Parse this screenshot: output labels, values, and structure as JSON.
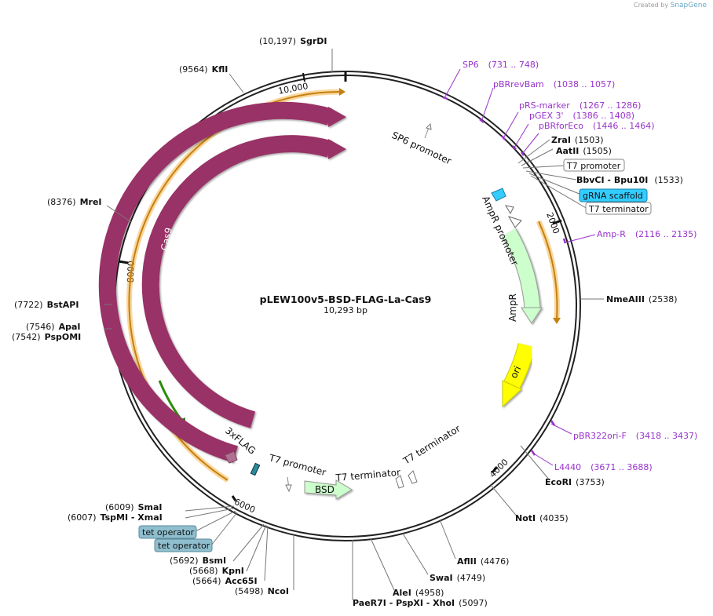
{
  "credit": {
    "prefix": "Created by",
    "brand": "SnapGene"
  },
  "plasmid": {
    "name": "pLEW100v5-BSD-FLAG-La-Cas9",
    "length": "10,293 bp"
  },
  "ruler": [
    {
      "label": "10,000"
    },
    {
      "label": "2000"
    },
    {
      "label": "4000"
    },
    {
      "label": "6000"
    },
    {
      "label": "8000"
    }
  ],
  "sites": [
    {
      "pos": "(10,197)",
      "name": "SgrDI"
    },
    {
      "pos": "(9564)",
      "name": "KflI"
    },
    {
      "pos": "(8376)",
      "name": "MreI"
    },
    {
      "pos": "(7722)",
      "name": "BstAPI"
    },
    {
      "pos": "(7546)",
      "name": "ApaI"
    },
    {
      "pos": "(7542)",
      "name": "PspOMI"
    },
    {
      "pos": "(6009)",
      "name": "SmaI"
    },
    {
      "pos": "(6007)",
      "name": "TspMI  - XmaI"
    },
    {
      "pos": "(5692)",
      "name": "BsmI"
    },
    {
      "pos": "(5668)",
      "name": "KpnI"
    },
    {
      "pos": "(5664)",
      "name": "Acc65I"
    },
    {
      "pos": "(5498)",
      "name": "NcoI"
    },
    {
      "pos": "(4958)",
      "name": "AleI"
    },
    {
      "pos": "(5097)",
      "name": "PaeR7I  - PspXI  - XhoI"
    },
    {
      "pos": "(4749)",
      "name": "SwaI"
    },
    {
      "pos": "(4476)",
      "name": "AflII"
    },
    {
      "pos": "(4035)",
      "name": "NotI"
    },
    {
      "pos": "(3753)",
      "name": "EcoRI"
    },
    {
      "pos": "(2538)",
      "name": "NmeAIII"
    },
    {
      "pos": "(1503)",
      "name": "ZraI"
    },
    {
      "pos": "(1505)",
      "name": "AatII"
    },
    {
      "pos": "(1533)",
      "name": "BbvCI  - Bpu10I"
    }
  ],
  "primers": [
    {
      "name": "SP6",
      "range": "(731 .. 748)"
    },
    {
      "name": "pBRrevBam",
      "range": "(1038 .. 1057)"
    },
    {
      "name": "pRS-marker",
      "range": "(1267 .. 1286)"
    },
    {
      "name": "pGEX 3'",
      "range": "(1386 .. 1408)"
    },
    {
      "name": "pBRforEco",
      "range": "(1446 .. 1464)"
    },
    {
      "name": "Amp-R",
      "range": "(2116 .. 2135)"
    },
    {
      "name": "pBR322ori-F",
      "range": "(3418 .. 3437)"
    },
    {
      "name": "L4440",
      "range": "(3671 .. 3688)"
    }
  ],
  "boxed_features": [
    {
      "name": "T7 promoter"
    },
    {
      "name": "gRNA scaffold"
    },
    {
      "name": "T7 terminator"
    },
    {
      "name": "tet operator"
    },
    {
      "name": "tet operator"
    }
  ],
  "features": [
    {
      "name": "SP6 promoter"
    },
    {
      "name": "AmpR promoter"
    },
    {
      "name": "AmpR"
    },
    {
      "name": "ori"
    },
    {
      "name": "Cas9"
    },
    {
      "name": "Cas9"
    },
    {
      "name": "3xFLAG"
    },
    {
      "name": "T7 promoter"
    },
    {
      "name": "BSD"
    },
    {
      "name": "T7 terminator"
    },
    {
      "name": "T7 terminator"
    }
  ],
  "colors": {
    "backbone": "#222222",
    "cas9": "#993366",
    "ampr": "#ccffcc",
    "ori": "#ffff00",
    "primer": "#9933cc",
    "orf_orange": "#f5a623",
    "gRNA": "#33ccff",
    "tet_operator": "#8fbfcf"
  }
}
